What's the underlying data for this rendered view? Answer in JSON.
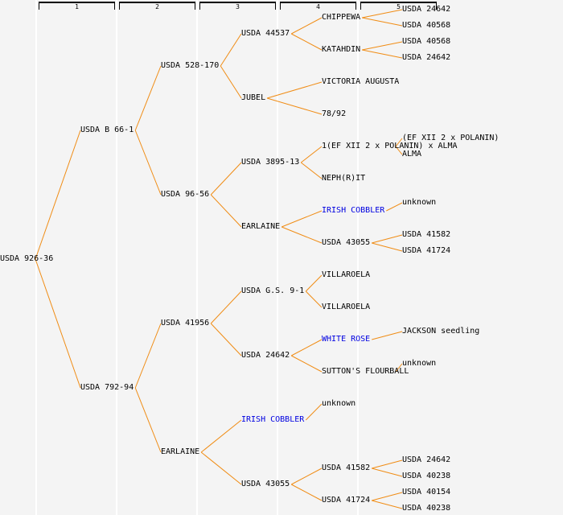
{
  "colors": {
    "background": "#f4f4f4",
    "line": "#f08c14",
    "text": "#000000",
    "link": "#0000e0",
    "divider": "#ffffff"
  },
  "generations": [
    "1",
    "2",
    "3",
    "4",
    "5"
  ],
  "nodes": [
    {
      "id": "n1",
      "label": "USDA 926-36",
      "gen": 0,
      "row": 320,
      "parent": null
    },
    {
      "id": "n2",
      "label": "USDA B 66-1",
      "gen": 1,
      "row": 160,
      "parent": "n1"
    },
    {
      "id": "n3",
      "label": "USDA 792-94",
      "gen": 1,
      "row": 480,
      "parent": "n1"
    },
    {
      "id": "n4",
      "label": "USDA 528-170",
      "gen": 2,
      "row": 80,
      "parent": "n2"
    },
    {
      "id": "n5",
      "label": "USDA 96-56",
      "gen": 2,
      "row": 240,
      "parent": "n2"
    },
    {
      "id": "n6",
      "label": "USDA 41956",
      "gen": 2,
      "row": 400,
      "parent": "n3"
    },
    {
      "id": "n7",
      "label": "EARLAINE",
      "gen": 2,
      "row": 560,
      "parent": "n3"
    },
    {
      "id": "n8",
      "label": "USDA 44537",
      "gen": 3,
      "row": 40,
      "parent": "n4"
    },
    {
      "id": "n9",
      "label": "JUBEL",
      "gen": 3,
      "row": 120,
      "parent": "n4"
    },
    {
      "id": "n10",
      "label": "USDA 3895-13",
      "gen": 3,
      "row": 200,
      "parent": "n5"
    },
    {
      "id": "n11",
      "label": "EARLAINE",
      "gen": 3,
      "row": 280,
      "parent": "n5"
    },
    {
      "id": "n12",
      "label": "USDA G.S. 9-1",
      "gen": 3,
      "row": 360,
      "parent": "n6"
    },
    {
      "id": "n13",
      "label": "USDA 24642",
      "gen": 3,
      "row": 440,
      "parent": "n6"
    },
    {
      "id": "n14",
      "label": "IRISH COBBLER",
      "gen": 3,
      "row": 520,
      "parent": "n7",
      "link": true
    },
    {
      "id": "n15",
      "label": "USDA 43055",
      "gen": 3,
      "row": 600,
      "parent": "n7"
    },
    {
      "id": "n16",
      "label": "CHIPPEWA",
      "gen": 4,
      "row": 20,
      "parent": "n8"
    },
    {
      "id": "n17",
      "label": "KATAHDIN",
      "gen": 4,
      "row": 60,
      "parent": "n8"
    },
    {
      "id": "n18",
      "label": "VICTORIA AUGUSTA",
      "gen": 4,
      "row": 100,
      "parent": "n9"
    },
    {
      "id": "n19",
      "label": "78/92",
      "gen": 4,
      "row": 140,
      "parent": "n9"
    },
    {
      "id": "n20",
      "label": "1(EF XII 2 x POLANIN) x ALMA",
      "gen": 4,
      "row": 180,
      "parent": "n10"
    },
    {
      "id": "n21",
      "label": "NEPH(R)IT",
      "gen": 4,
      "row": 220,
      "parent": "n10"
    },
    {
      "id": "n22",
      "label": "IRISH COBBLER",
      "gen": 4,
      "row": 260,
      "parent": "n11",
      "link": true
    },
    {
      "id": "n23",
      "label": "USDA 43055",
      "gen": 4,
      "row": 300,
      "parent": "n11"
    },
    {
      "id": "n24",
      "label": "VILLAROELA",
      "gen": 4,
      "row": 340,
      "parent": "n12"
    },
    {
      "id": "n25",
      "label": "VILLAROELA",
      "gen": 4,
      "row": 380,
      "parent": "n12"
    },
    {
      "id": "n26",
      "label": "WHITE ROSE",
      "gen": 4,
      "row": 420,
      "parent": "n13",
      "link": true
    },
    {
      "id": "n27",
      "label": "SUTTON'S FLOURBALL",
      "gen": 4,
      "row": 460,
      "parent": "n13"
    },
    {
      "id": "n28",
      "label": "unknown",
      "gen": 4,
      "row": 500,
      "parent": "n14"
    },
    {
      "id": "n29",
      "label": "USDA 41582",
      "gen": 4,
      "row": 580,
      "parent": "n15"
    },
    {
      "id": "n30",
      "label": "USDA 41724",
      "gen": 4,
      "row": 620,
      "parent": "n15"
    },
    {
      "id": "n31",
      "label": "USDA 24642",
      "gen": 5,
      "row": 10,
      "parent": "n16"
    },
    {
      "id": "n32",
      "label": "USDA 40568",
      "gen": 5,
      "row": 30,
      "parent": "n16"
    },
    {
      "id": "n33",
      "label": "USDA 40568",
      "gen": 5,
      "row": 50,
      "parent": "n17"
    },
    {
      "id": "n34",
      "label": "USDA 24642",
      "gen": 5,
      "row": 70,
      "parent": "n17"
    },
    {
      "id": "n35",
      "label": "(EF XII 2 x POLANIN)",
      "gen": 5,
      "row": 170,
      "parent": "n20"
    },
    {
      "id": "n36",
      "label": "ALMA",
      "gen": 5,
      "row": 190,
      "parent": "n20"
    },
    {
      "id": "n37",
      "label": "unknown",
      "gen": 5,
      "row": 250,
      "parent": "n22"
    },
    {
      "id": "n38",
      "label": "USDA 41582",
      "gen": 5,
      "row": 290,
      "parent": "n23"
    },
    {
      "id": "n39",
      "label": "USDA 41724",
      "gen": 5,
      "row": 310,
      "parent": "n23"
    },
    {
      "id": "n40",
      "label": "JACKSON seedling",
      "gen": 5,
      "row": 410,
      "parent": "n26"
    },
    {
      "id": "n41",
      "label": "unknown",
      "gen": 5,
      "row": 450,
      "parent": "n27"
    },
    {
      "id": "n42",
      "label": "USDA 24642",
      "gen": 5,
      "row": 570,
      "parent": "n29"
    },
    {
      "id": "n43",
      "label": "USDA 40238",
      "gen": 5,
      "row": 590,
      "parent": "n29"
    },
    {
      "id": "n44",
      "label": "USDA 40154",
      "gen": 5,
      "row": 610,
      "parent": "n30"
    },
    {
      "id": "n45",
      "label": "USDA 40238",
      "gen": 5,
      "row": 630,
      "parent": "n30"
    }
  ]
}
